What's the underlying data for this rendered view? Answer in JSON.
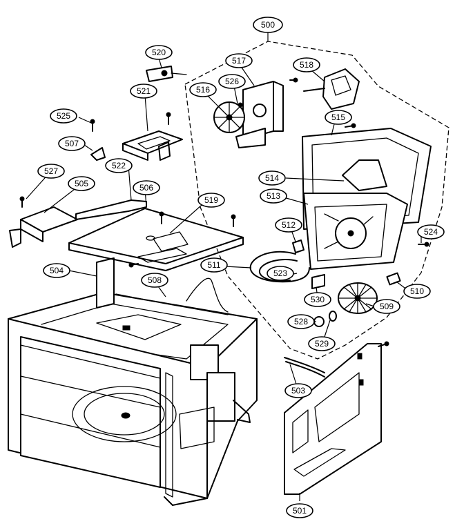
{
  "callouts": [
    {
      "id": "500",
      "label": "500"
    },
    {
      "id": "520",
      "label": "520"
    },
    {
      "id": "517",
      "label": "517"
    },
    {
      "id": "518",
      "label": "518"
    },
    {
      "id": "526",
      "label": "526"
    },
    {
      "id": "516",
      "label": "516"
    },
    {
      "id": "521",
      "label": "521"
    },
    {
      "id": "525",
      "label": "525"
    },
    {
      "id": "515",
      "label": "515"
    },
    {
      "id": "507",
      "label": "507"
    },
    {
      "id": "522",
      "label": "522"
    },
    {
      "id": "527",
      "label": "527"
    },
    {
      "id": "506",
      "label": "506"
    },
    {
      "id": "505",
      "label": "505"
    },
    {
      "id": "514",
      "label": "514"
    },
    {
      "id": "513",
      "label": "513"
    },
    {
      "id": "519",
      "label": "519"
    },
    {
      "id": "512",
      "label": "512"
    },
    {
      "id": "524",
      "label": "524"
    },
    {
      "id": "504",
      "label": "504"
    },
    {
      "id": "511",
      "label": "511"
    },
    {
      "id": "523",
      "label": "523"
    },
    {
      "id": "508",
      "label": "508"
    },
    {
      "id": "510",
      "label": "510"
    },
    {
      "id": "530",
      "label": "530"
    },
    {
      "id": "509",
      "label": "509"
    },
    {
      "id": "528",
      "label": "528"
    },
    {
      "id": "529",
      "label": "529"
    },
    {
      "id": "503",
      "label": "503"
    },
    {
      "id": "501",
      "label": "501"
    }
  ]
}
